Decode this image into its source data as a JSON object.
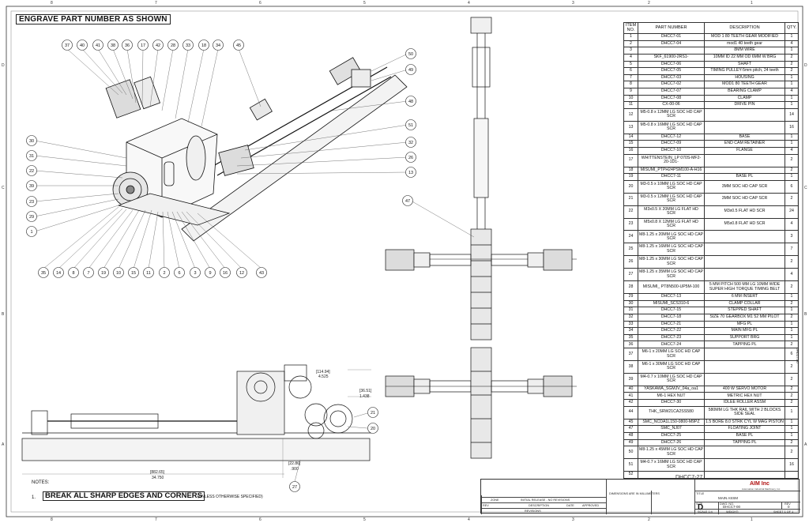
{
  "engrave_note": "ENGRAVE PART NUMBER AS SHOWN",
  "notes_label": "NOTES:",
  "note_1_number": "1.",
  "note_1_text": "BREAK ALL SHARP EDGES AND CORNERS",
  "note_1_sub": "(UNLESS OTHERWISE SPECIFIED)",
  "zone_numbers_top": [
    "8",
    "7",
    "6",
    "5",
    "4",
    "3",
    "2",
    "1"
  ],
  "zone_numbers_bottom": [
    "8",
    "7",
    "6",
    "5",
    "4",
    "3",
    "2",
    "1"
  ],
  "zone_letters_left": [
    "D",
    "C",
    "B",
    "A"
  ],
  "zone_letters_right": [
    "D",
    "C",
    "B",
    "A"
  ],
  "balloons_iso": [
    "37",
    "40",
    "41",
    "38",
    "36",
    "17",
    "42",
    "28",
    "33",
    "18",
    "34",
    "45",
    "50",
    "49",
    "48",
    "51",
    "32",
    "26",
    "13",
    "30",
    "31",
    "22",
    "39",
    "23",
    "29",
    "1",
    "35",
    "14",
    "8",
    "7",
    "19",
    "10",
    "15",
    "11",
    "2",
    "6",
    "3",
    "9",
    "16",
    "12",
    "43"
  ],
  "balloons_side": [
    "21",
    "20",
    "27"
  ],
  "balloons_front": [
    "47"
  ],
  "dimensions": {
    "d1": "[36.51]",
    "d2": "1.438",
    "d3": "[114.94]",
    "d4": "4.525",
    "d5": "[882.65]",
    "d6": "34.750",
    "d7": "[22.86]",
    "d8": ".900"
  },
  "bom": {
    "headers": [
      "ITEM NO.",
      "PART NUMBER",
      "DESCRIPTION",
      "QTY."
    ],
    "rows": [
      [
        "1",
        "DHCC7-01",
        "MOD 1 80 TEETH GEAR MODIFIED",
        "1"
      ],
      [
        "2",
        "DHCC7-04",
        "mod1 40 teeth gear",
        "4"
      ],
      [
        "3",
        "",
        "8MM WIRE",
        "1"
      ],
      [
        "4",
        "SKF_61900-2RS1-",
        "10MM ID 22 MM OD 6MM W BRG",
        "2"
      ],
      [
        "5",
        "DHCC7-06",
        "SHAFT",
        "2"
      ],
      [
        "6",
        "DHCC7-05",
        "TIMING PULLEY-5mm pitch, 24 teeth",
        "2"
      ],
      [
        "7",
        "DHCC7-03",
        "HOUSING",
        "1"
      ],
      [
        "8",
        "DHCC7-02",
        "MOD1 80 TEETH GEAR",
        "1"
      ],
      [
        "9",
        "DHCC7-07",
        "BEARING CLAMP",
        "4"
      ],
      [
        "10",
        "DHCC7-08",
        "CLAMP",
        "1"
      ],
      [
        "11",
        "CX-00-06",
        "DRIVE PIN",
        "1"
      ],
      [
        "12",
        "M5-0.8 x 12MM LG SOC HD CAP SCR",
        "",
        "14"
      ],
      [
        "13",
        "M5-0.8 x 16MM LG SOC HD CAP SCR",
        "",
        "16"
      ],
      [
        "14",
        "DHCC7-12",
        "BASE",
        "1"
      ],
      [
        "15",
        "DHCC7-09",
        "END CAM RETAINER",
        "1"
      ],
      [
        "16",
        "DHCC7-10",
        "FLANGE",
        "4"
      ],
      [
        "17",
        "WHITTENSTEIN_LP 070S-MF2-20-1D1-",
        "",
        "2"
      ],
      [
        "18",
        "MISUMI_PTPH24PSM100-A-H16",
        "",
        "2"
      ],
      [
        "19",
        "DHCC7-11",
        "BASE PL",
        "1"
      ],
      [
        "20",
        "M3-0.5 x 10MM LG SOC HD CAP SCR",
        "3MM SOC HD CAP SCR",
        "6"
      ],
      [
        "21",
        "M3-0.5 x 12MM LG SOC HD CAP SCR",
        "3MM SOC HD CAP SCR",
        "2"
      ],
      [
        "22",
        "M3x0.5 X 20MM LG FLAT HD SCR",
        "M3x0.5 FLAT HD SCR",
        "24"
      ],
      [
        "23",
        "M5x0.8 X 12MM LG FLAT HD SCR",
        "M5x0.8 FLAT HD SCR",
        "4"
      ],
      [
        "24",
        "M8-1.25 x 20MM LG SOC HD CAP SCR",
        "",
        "3"
      ],
      [
        "25",
        "M8-1.25 x 16MM LG SOC HD CAP SCR",
        "",
        "7"
      ],
      [
        "26",
        "M8-1.25 x 30MM LG SOC HD CAP SCR",
        "",
        "2"
      ],
      [
        "27",
        "M8-1.25 x 35MM LG SOC HD CAP SCR",
        "",
        "4"
      ],
      [
        "28",
        "MISUMI_ PT8N500-UP5M-100",
        "5 MM PITCH 500 MM LG 10MM WIDE SUPER HIGH TORQUE TIMING BELT",
        "2"
      ],
      [
        "29",
        "DHCC7-13",
        "6 MM INSERT",
        "1"
      ],
      [
        "30",
        "MISUMI_SCS310-6",
        "CLAMP COLLAR",
        "2"
      ],
      [
        "31",
        "DHCC7-15",
        "STEPPED SHAFT",
        "1"
      ],
      [
        "32",
        "DHCC7-18",
        "SIZE 70 GEARBOX M1 52 MM PILOT",
        "2"
      ],
      [
        "33",
        "DHCC7-21",
        "MFG PL",
        "1"
      ],
      [
        "34",
        "DHCC7-22",
        "MAIN MFG PL",
        "1"
      ],
      [
        "35",
        "DHCC7-23",
        "SUPPORT BRG",
        "1"
      ],
      [
        "36",
        "DHCC7-24",
        "TAPPING PL",
        "2"
      ],
      [
        "37",
        "M6-1 x 20MM LG SOC HD CAP SCR",
        "",
        "6"
      ],
      [
        "38",
        "M6-1 x 30MM LG SOC HD CAP SCR",
        "",
        "2"
      ],
      [
        "39",
        "M4-0.7 x 10MM LG SOC HD CAP SCR",
        "",
        "2"
      ],
      [
        "40",
        "YASKAWA_SGMJV_04a_oa1",
        "400 W SERVO MOTOR",
        "2"
      ],
      [
        "41",
        "M6-1 HEX NUT",
        "METRIC HEX NUT",
        "2"
      ],
      [
        "42",
        "DHCC7-30",
        "IDLEE ROLLER ASSM",
        "2"
      ],
      [
        "44",
        "THK_SRW21CA2SS580",
        "580MM LG THK RAIL WITH 2 BLOCKS SIDE SEAL",
        "1"
      ],
      [
        "45",
        "SMC_NCDA1L150-0800-M9PZ",
        "1.5 BORE 8.0 STRK CYL W MAG PISTON",
        "1"
      ],
      [
        "47",
        "SMC_NJ07",
        "FLOATING JOINT",
        "1"
      ],
      [
        "48",
        "DHCC7-25",
        "BASE PL",
        "1"
      ],
      [
        "49",
        "DHCC7-26",
        "TAPPING PL",
        "2"
      ],
      [
        "50",
        "M8-1.25 x 45MM LG SOC HD CAP SCR",
        "",
        "2"
      ],
      [
        "51",
        "M4-0.7 x 16MM LG SOC HD CAP SCR",
        "",
        "16"
      ],
      [
        "52",
        "",
        "",
        ""
      ]
    ]
  },
  "side_view_label": "DHCC7-27",
  "title_block": {
    "revision_zone": "ZONE",
    "revision_rev": "REV",
    "revision_description": "DESCRIPTION",
    "revision_date": "DATE",
    "revision_approved": "APPROVED",
    "revision_initial": "INITIAL RELEASE - NO REVISIONS",
    "revisions_label": "REVISIONS",
    "dimensions_note": "DIMENSIONS ARE IN MILLIMETERS",
    "company": "AIM Inc",
    "company_sub": "Automation Industrial Machinery, Inc.",
    "title_label": "TITLE",
    "title_value": "MAIN ASSM",
    "size_label": "SIZE",
    "size_value": "D",
    "dwg_no_label": "DWG. NO.",
    "dwg_no_value": "DHCC7-00",
    "rev_label": "REV",
    "rev_value": "0",
    "scale_label": "SCALE 1:4",
    "weight_label": "WEIGHT:",
    "sheet_label": "SHEET 1 OF 1"
  },
  "side_tag": "DHCC7-00"
}
